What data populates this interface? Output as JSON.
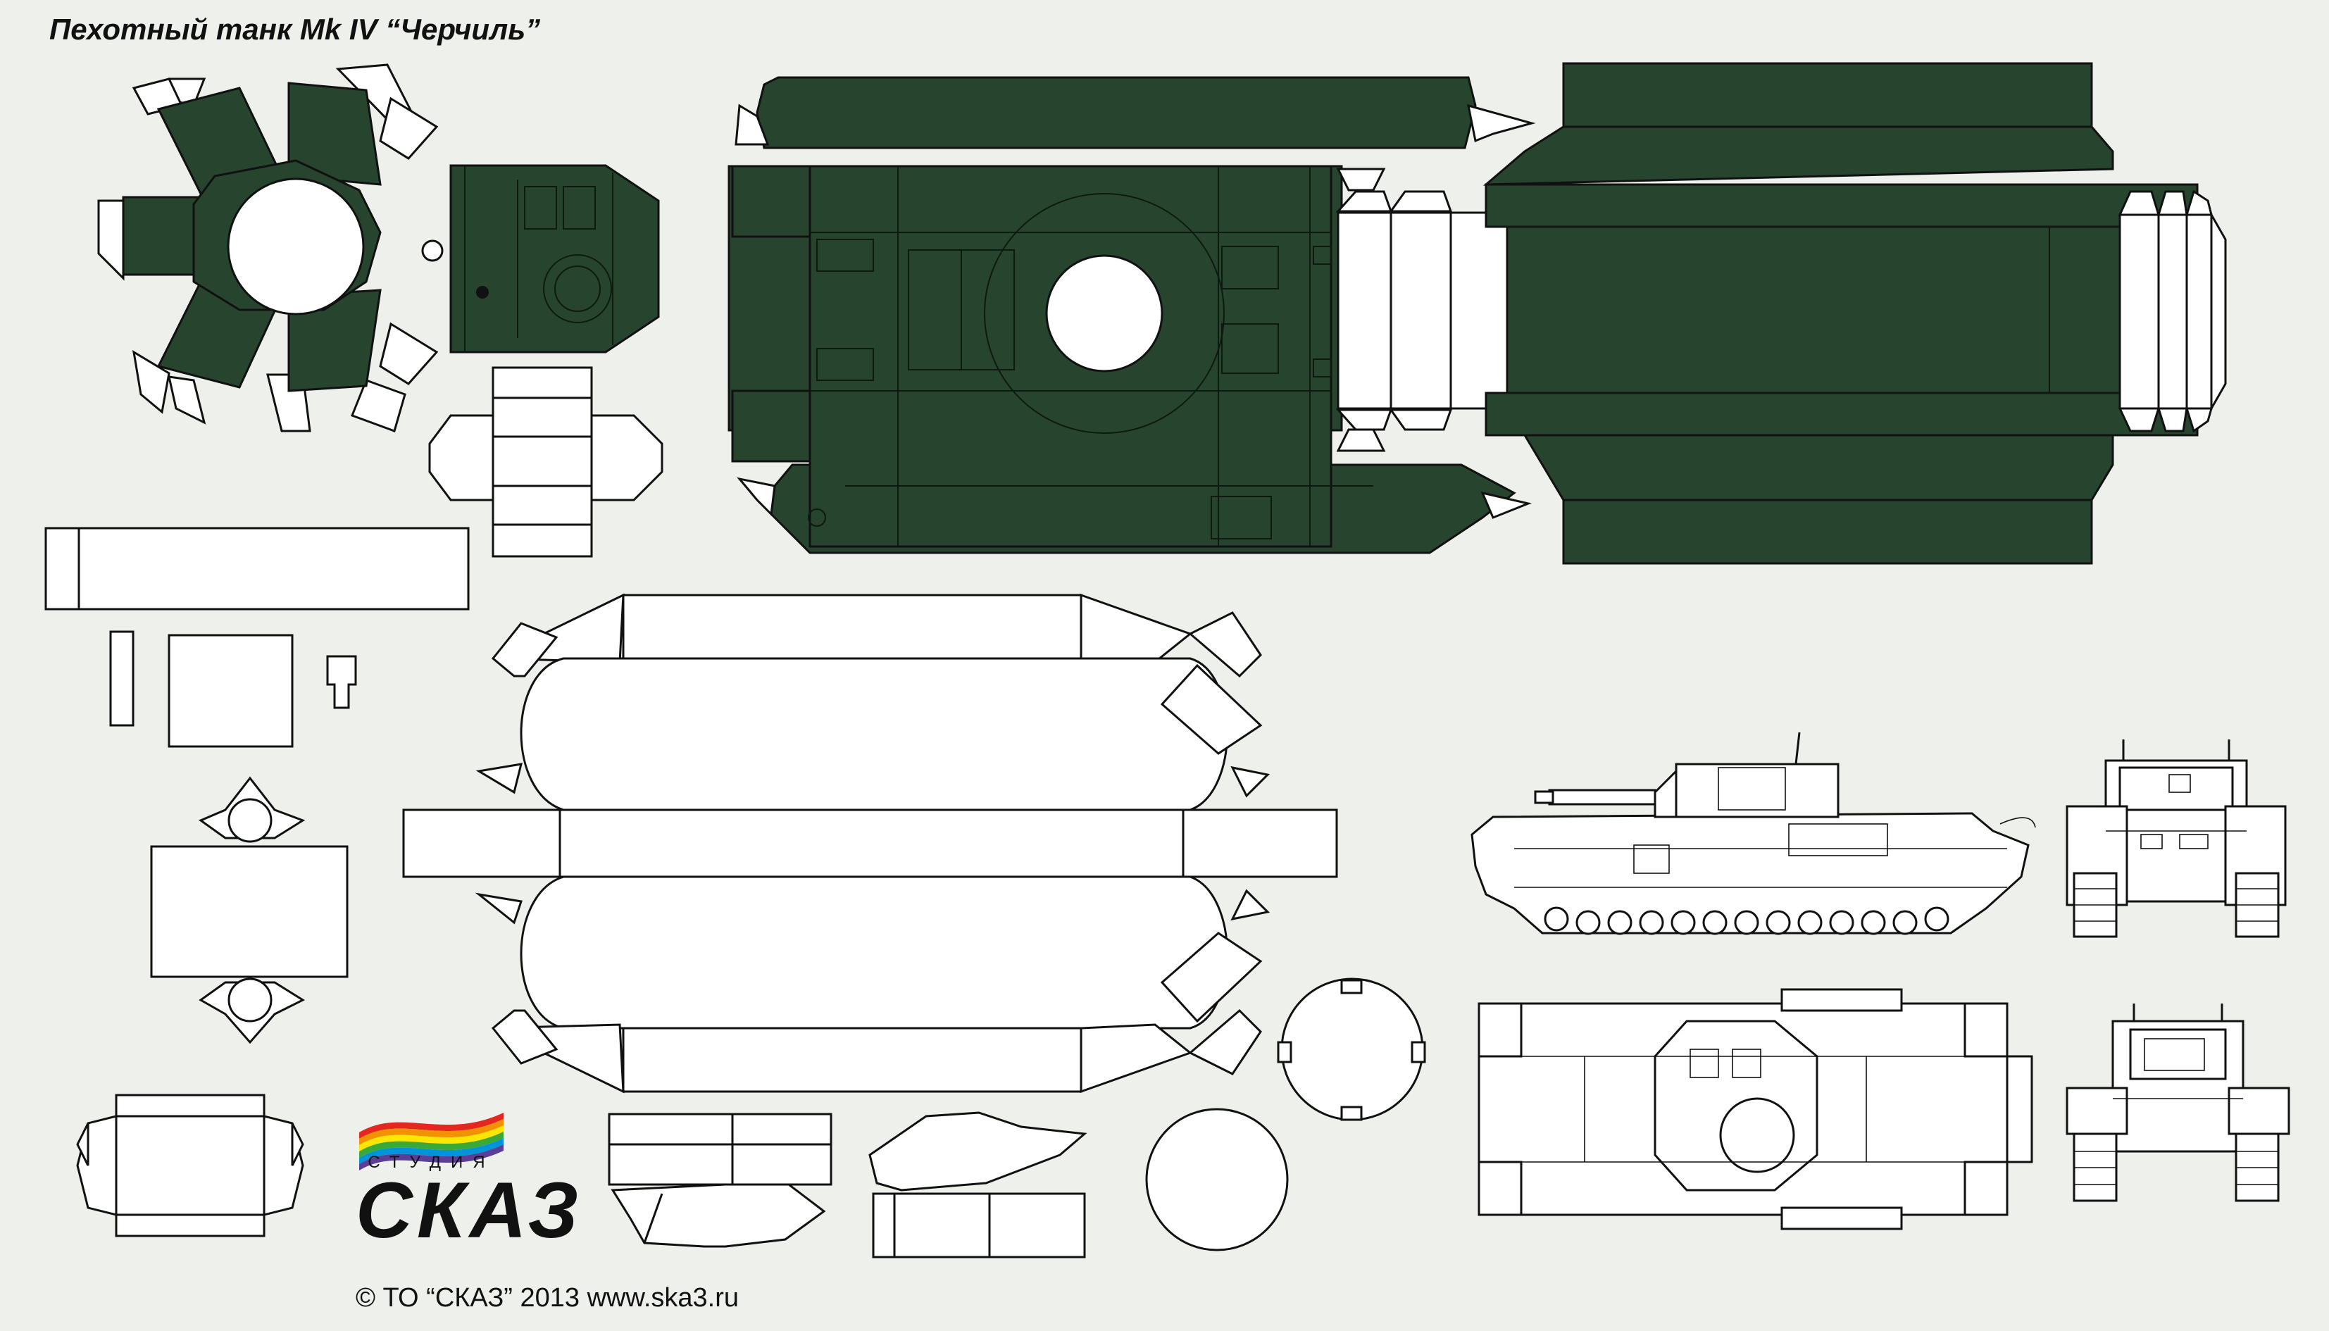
{
  "title": "Пехотный танк Mk IV “Черчиль”",
  "copyright": "© ТО “СКАЗ” 2013 www.ska3.ru",
  "logo": {
    "studio": "СТУДИЯ",
    "name": "СКАЗ",
    "rainbow_colors": [
      "#e5281f",
      "#f39200",
      "#ffe600",
      "#3aa935",
      "#0095d9",
      "#5b3e98"
    ]
  },
  "colors": {
    "background": "#eef0ec",
    "hull_green": "#27442f",
    "part_white": "#ffffff",
    "outline": "#111111"
  }
}
